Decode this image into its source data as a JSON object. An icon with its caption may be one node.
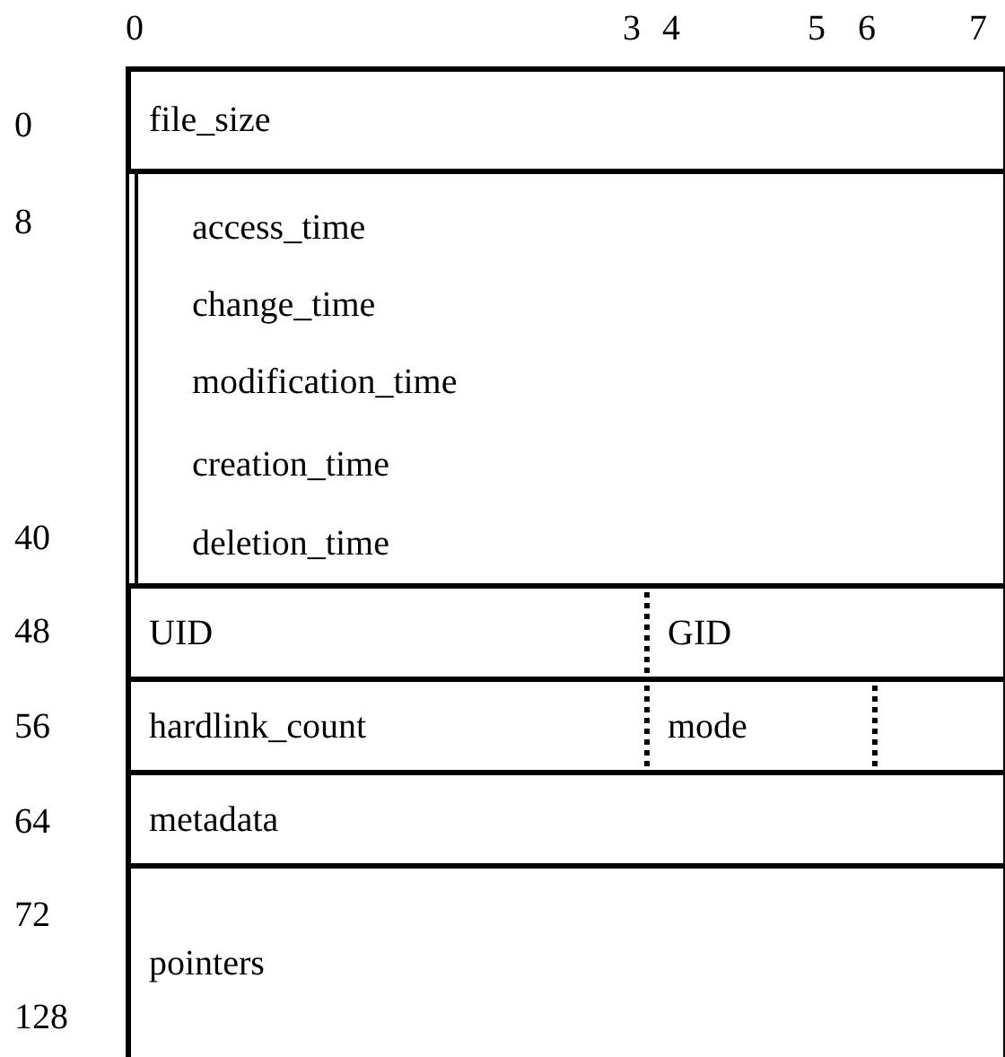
{
  "diagram": {
    "nodes": [
      {
        "text": [
          "file_size"
        ]
      },
      {
        "text": [
          "access_time",
          "change_time",
          "modification_time",
          "creation_time",
          "deletion_time"
        ]
      },
      {
        "text": [
          "UID"
        ]
      },
      {
        "text": [
          "GID"
        ]
      },
      {
        "text": [
          "hardlink_count"
        ]
      },
      {
        "text": [
          "mode"
        ]
      },
      {
        "text": [],
        "shape": "box"
      },
      {
        "text": [
          "metadata"
        ]
      },
      {
        "text": [
          "pointers"
        ]
      }
    ],
    "edges": [],
    "labels": [
      "0",
      "3",
      "4",
      "5",
      "6",
      "7",
      "0",
      "8",
      "40",
      "48",
      "56",
      "64",
      "72",
      "128"
    ]
  }
}
